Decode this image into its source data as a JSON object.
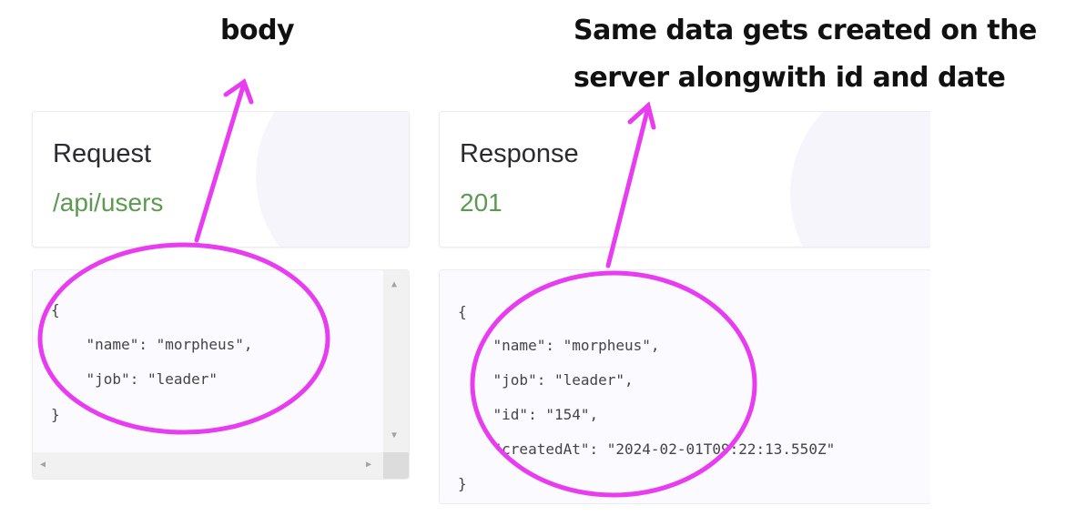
{
  "annotations": {
    "left_label": "body",
    "right_label_line1": "Same data gets created on the",
    "right_label_line2": "server alongwith id and date",
    "highlight_color": "#e83cf0"
  },
  "request": {
    "title": "Request",
    "path": "/api/users",
    "body_lines": [
      "{",
      "    \"name\": \"morpheus\",",
      "    \"job\": \"leader\"",
      "}"
    ]
  },
  "response": {
    "title": "Response",
    "status": "201",
    "body_lines": [
      "{",
      "    \"name\": \"morpheus\",",
      "    \"job\": \"leader\",",
      "    \"id\": \"154\",",
      "    \"createdAt\": \"2024-02-01T09:22:13.550Z\"",
      "}"
    ]
  },
  "colors": {
    "status_green": "#5b9a50",
    "code_bg": "#fbfaff"
  }
}
